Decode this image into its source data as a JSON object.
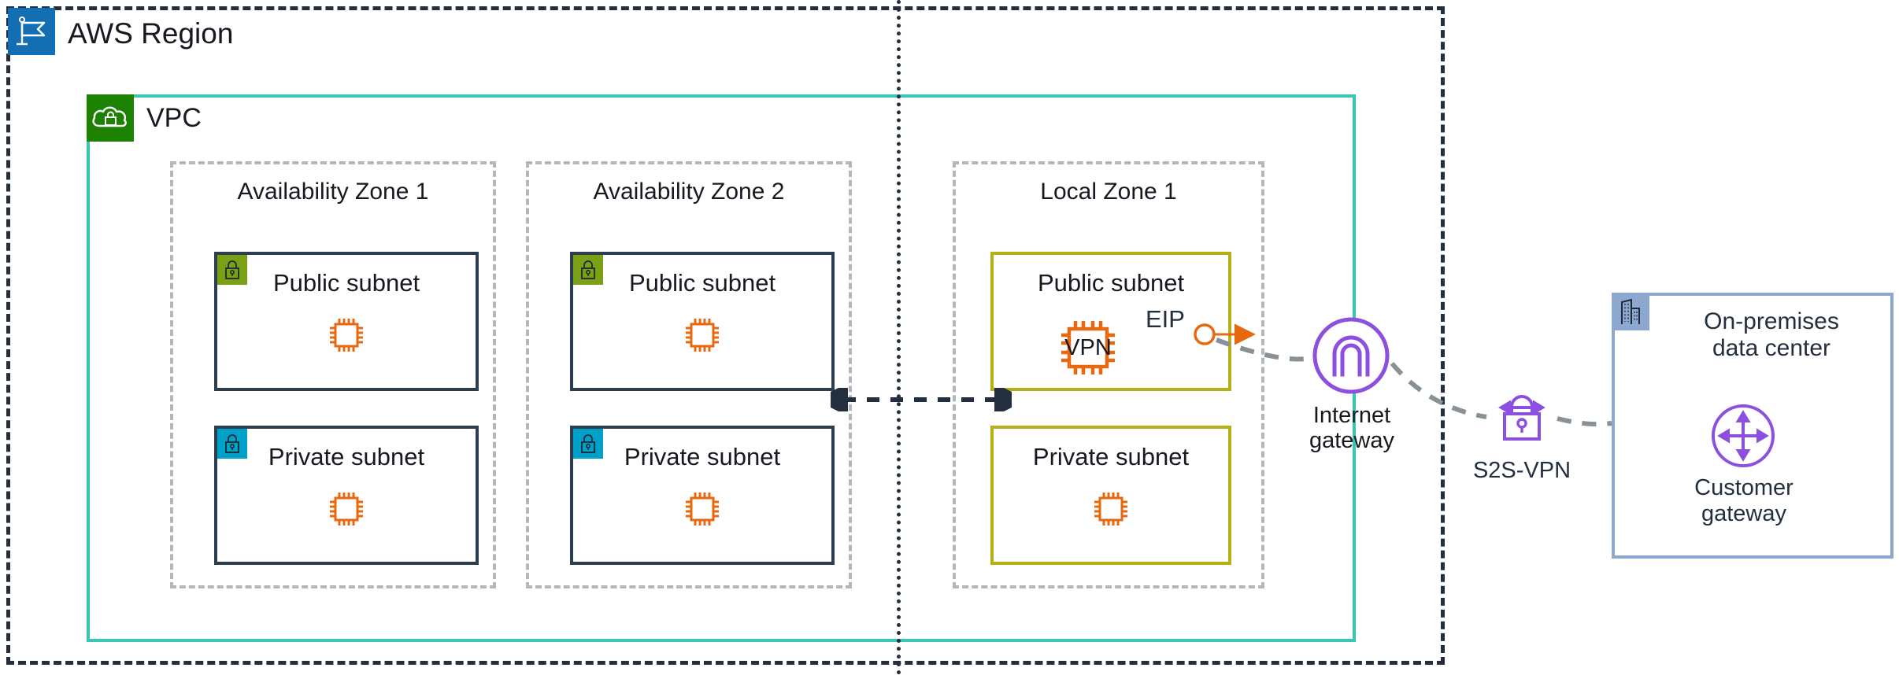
{
  "diagram": {
    "title": "AWS Region",
    "region": {
      "label": "AWS Region",
      "icon": "aws-region-flag-icon"
    },
    "vpc": {
      "label": "VPC",
      "icon": "vpc-cloud-lock-icon",
      "border_color": "#3ac6b4"
    },
    "zones": [
      {
        "id": "az1",
        "label": "Availability Zone 1"
      },
      {
        "id": "az2",
        "label": "Availability Zone 2"
      },
      {
        "id": "lz1",
        "label": "Local Zone 1"
      }
    ],
    "subnets": [
      {
        "id": "az1-pub",
        "label": "Public subnet",
        "zone": "az1",
        "badge": "green-lock-icon",
        "border_color": "#2c3e50",
        "instance": "ec2-chip-icon",
        "instance_label": ""
      },
      {
        "id": "az1-priv",
        "label": "Private subnet",
        "zone": "az1",
        "badge": "blue-lock-icon",
        "border_color": "#2c3e50",
        "instance": "ec2-chip-icon",
        "instance_label": ""
      },
      {
        "id": "az2-pub",
        "label": "Public subnet",
        "zone": "az2",
        "badge": "green-lock-icon",
        "border_color": "#2c3e50",
        "instance": "ec2-chip-icon",
        "instance_label": ""
      },
      {
        "id": "az2-priv",
        "label": "Private subnet",
        "zone": "az2",
        "badge": "blue-lock-icon",
        "border_color": "#2c3e50",
        "instance": "ec2-chip-icon",
        "instance_label": ""
      },
      {
        "id": "lz1-pub",
        "label": "Public subnet",
        "zone": "lz1",
        "badge": "none",
        "border_color": "#b7b015",
        "instance": "ec2-chip-icon",
        "instance_label": "VPN"
      },
      {
        "id": "lz1-priv",
        "label": "Private subnet",
        "zone": "lz1",
        "badge": "none",
        "border_color": "#b7b015",
        "instance": "ec2-chip-icon",
        "instance_label": ""
      }
    ],
    "annotations": {
      "eip": "EIP",
      "internet_gateway": "Internet\ngateway",
      "internet_gateway_line1": "Internet",
      "internet_gateway_line2": "gateway",
      "s2s_vpn": "S2S-VPN",
      "onprem_line1": "On-premises",
      "onprem_line2": "data center",
      "customer_gateway_line1": "Customer",
      "customer_gateway_line2": "gateway"
    },
    "colors": {
      "region_border": "#232f3e",
      "vpc_border": "#3ac6b4",
      "zone_border": "#b3b6bd",
      "subnet_navy": "#2c3e50",
      "subnet_olive": "#b7b015",
      "ec2_orange": "#e7680f",
      "gateway_purple": "#8c4fe0",
      "onprem_blue": "#8ca8d0",
      "public_badge": "#7aa116",
      "private_badge": "#00a1c9",
      "region_icon_blue": "#146eb4",
      "vpc_icon_green": "#1d8102"
    }
  }
}
